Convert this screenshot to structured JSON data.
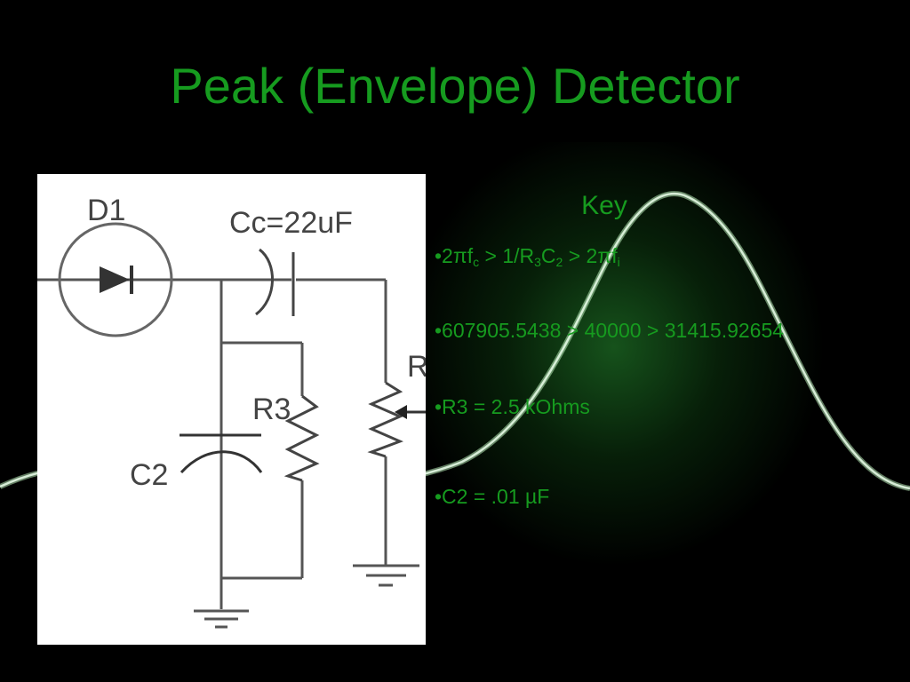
{
  "slide": {
    "title": "Peak (Envelope) Detector",
    "colors": {
      "background": "#000000",
      "text_green": "#169b1f"
    }
  },
  "circuit": {
    "diode_label": "D1",
    "coupling_cap_label": "Cc=22uF",
    "resistor_r3_label": "R3",
    "capacitor_c2_label": "C2",
    "pot_label_partial": "R"
  },
  "key": {
    "title": "Key",
    "bullets": [
      {
        "prefix": "•2πf",
        "sub1": "c",
        "mid1": " > 1/R",
        "sub2": "3",
        "mid2": "C",
        "sub3": "2",
        "mid3": " > 2πf",
        "sub4": "i"
      },
      {
        "text": "•607905.5438 > 40000 > 31415.92654"
      },
      {
        "text": "•R3 = 2.5 kOhms"
      },
      {
        "text": "•C2 = .01 µF"
      }
    ]
  }
}
